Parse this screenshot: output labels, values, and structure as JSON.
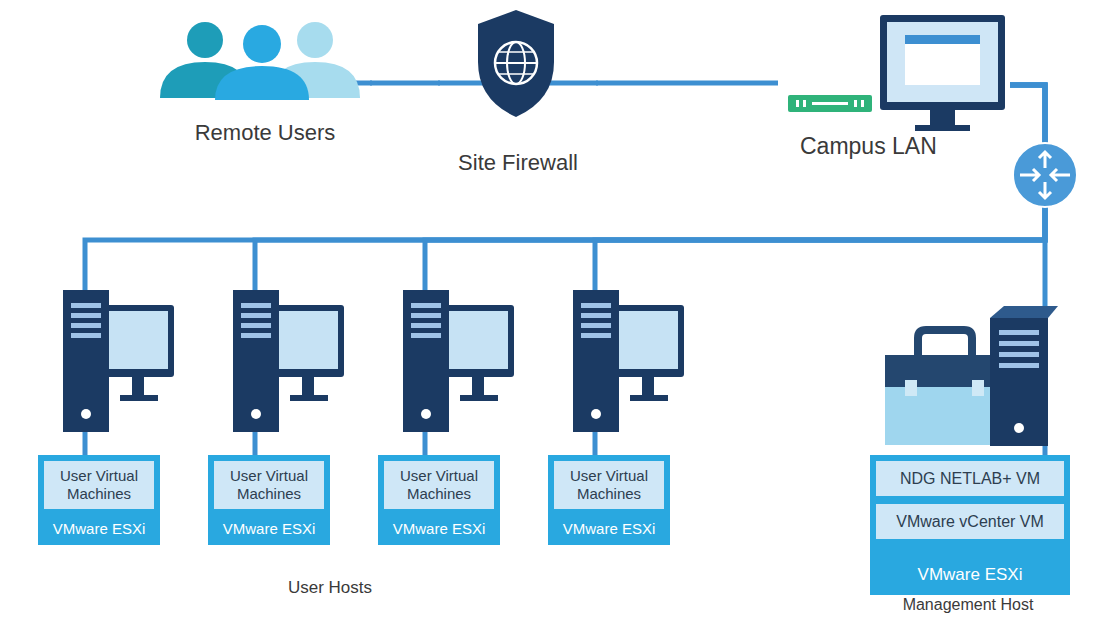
{
  "diagram": {
    "nodes": [
      {
        "text": [
          "Remote Users"
        ]
      },
      {
        "text": [
          "Site Firewall"
        ]
      },
      {
        "text": [
          "Campus LAN"
        ]
      },
      {
        "text": [
          "VMware ESXi"
        ]
      },
      {
        "text": [
          "User Virtual Machines"
        ],
        "in": 3
      },
      {
        "text": [
          "VMware ESXi"
        ]
      },
      {
        "text": [
          "User Virtual Machines"
        ],
        "in": 5
      },
      {
        "text": [
          "VMware ESXi"
        ]
      },
      {
        "text": [
          "User Virtual Machines"
        ],
        "in": 7
      },
      {
        "text": [
          "VMware ESXi"
        ]
      },
      {
        "text": [
          "User Virtual Machines"
        ],
        "in": 9
      },
      {
        "text": [
          "VMware ESXi"
        ]
      },
      {
        "text": [
          "NDG NETLAB+ VM"
        ],
        "in": 11
      },
      {
        "text": [
          "VMware vCenter VM"
        ],
        "in": 11
      }
    ],
    "edges": [
      {
        "from": 0,
        "to": 1,
        "arrow": "none"
      },
      {
        "from": 1,
        "to": 2,
        "arrow": "none"
      },
      {
        "from": 2,
        "to": 3,
        "arrow": "none"
      },
      {
        "from": 2,
        "to": 5,
        "arrow": "none"
      },
      {
        "from": 2,
        "to": 7,
        "arrow": "none"
      },
      {
        "from": 2,
        "to": 9,
        "arrow": "none"
      },
      {
        "from": 2,
        "to": 11,
        "arrow": "none"
      }
    ],
    "labels": [
      "User Hosts",
      "Management Host"
    ]
  }
}
